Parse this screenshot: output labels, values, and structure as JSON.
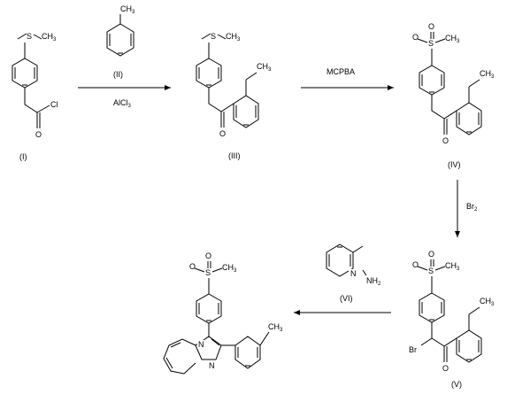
{
  "compounds": [
    {
      "id": "I",
      "label": "(I)"
    },
    {
      "id": "II",
      "label": "(II)"
    },
    {
      "id": "III",
      "label": "(III)"
    },
    {
      "id": "IV",
      "label": "(IV)"
    },
    {
      "id": "V",
      "label": "(V)"
    },
    {
      "id": "VI",
      "label": "(VI)"
    }
  ],
  "atoms": {
    "S": "S",
    "O": "O",
    "Cl": "Cl",
    "Br": "Br",
    "N": "N",
    "CH": "CH",
    "H": "H",
    "sub3": "3",
    "sub2": "2"
  },
  "reagents": {
    "step1": {
      "text": "AlCl",
      "sub": "3"
    },
    "step2": {
      "text": "MCPBA"
    },
    "step3": {
      "text": "Br",
      "sub": "2"
    }
  }
}
